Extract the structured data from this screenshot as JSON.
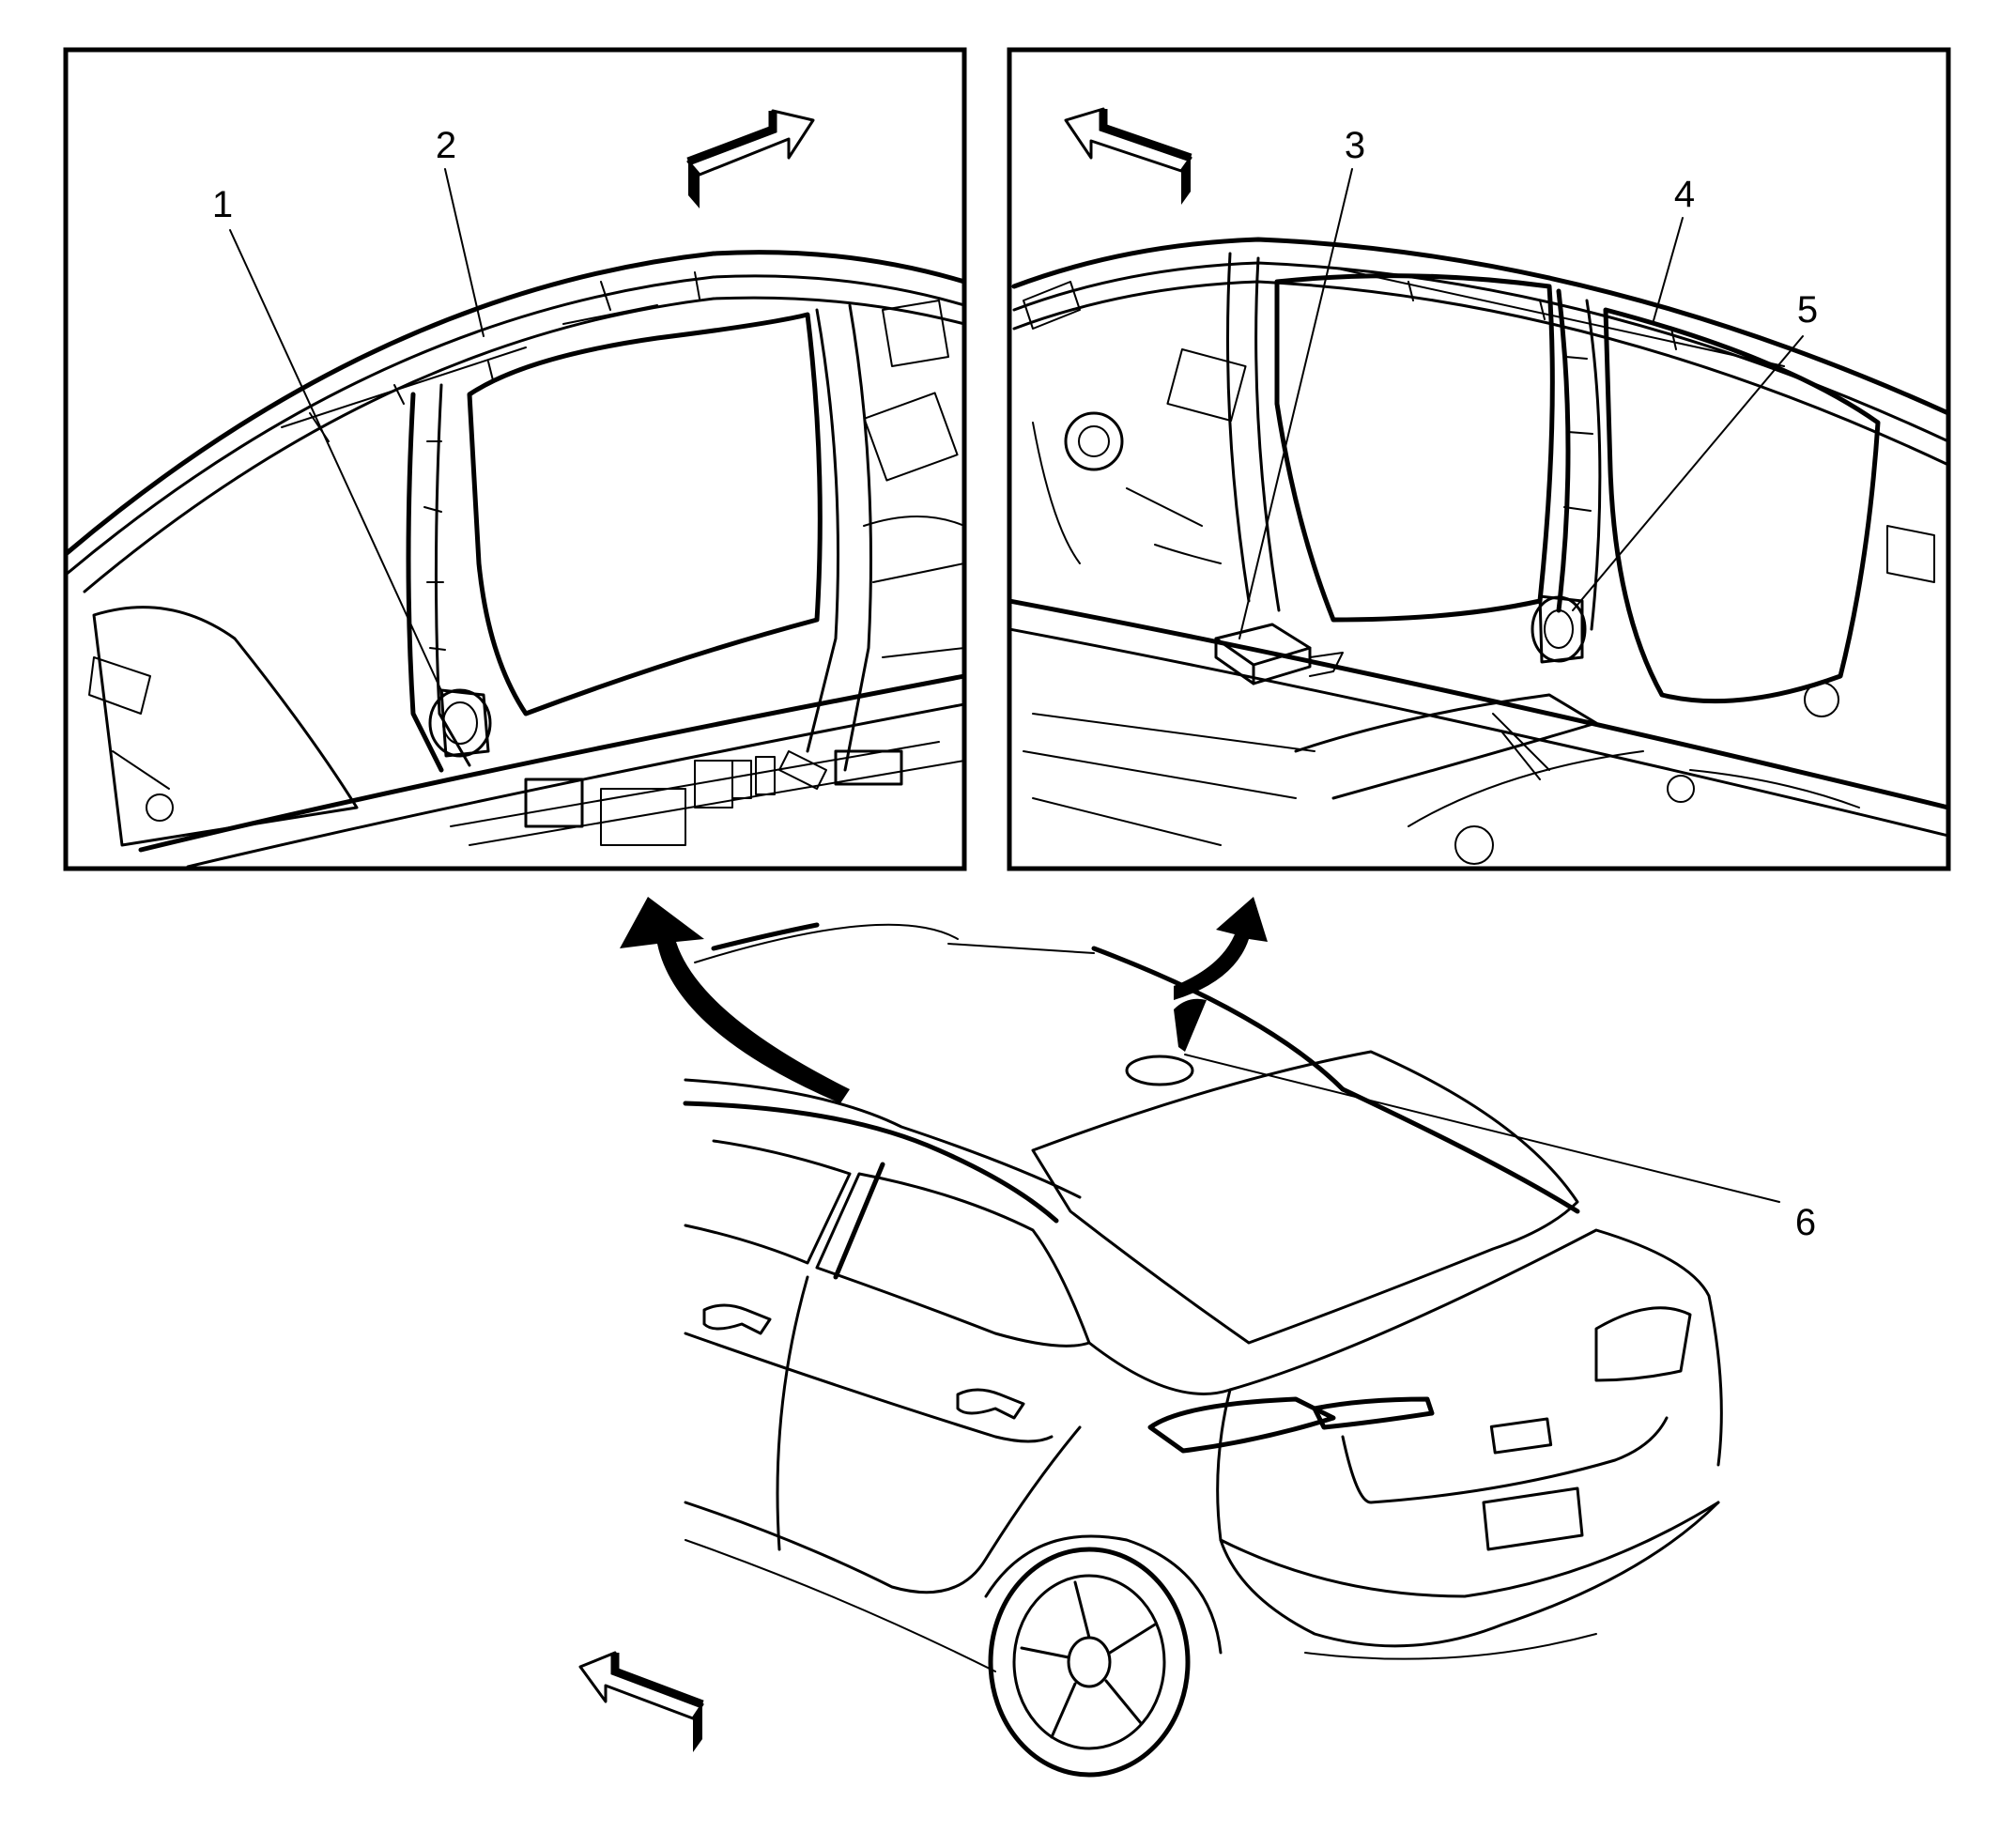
{
  "colors": {
    "ink": "#000000",
    "paper": "#ffffff"
  },
  "diagram": {
    "callouts": [
      {
        "id": "1",
        "text": "1"
      },
      {
        "id": "2",
        "text": "2"
      },
      {
        "id": "3",
        "text": "3"
      },
      {
        "id": "4",
        "text": "4"
      },
      {
        "id": "5",
        "text": "5"
      },
      {
        "id": "6",
        "text": "6"
      }
    ],
    "icons": {
      "direction_arrow": "direction-arrow-icon",
      "view_arrow": "curved-arrow-icon"
    }
  }
}
